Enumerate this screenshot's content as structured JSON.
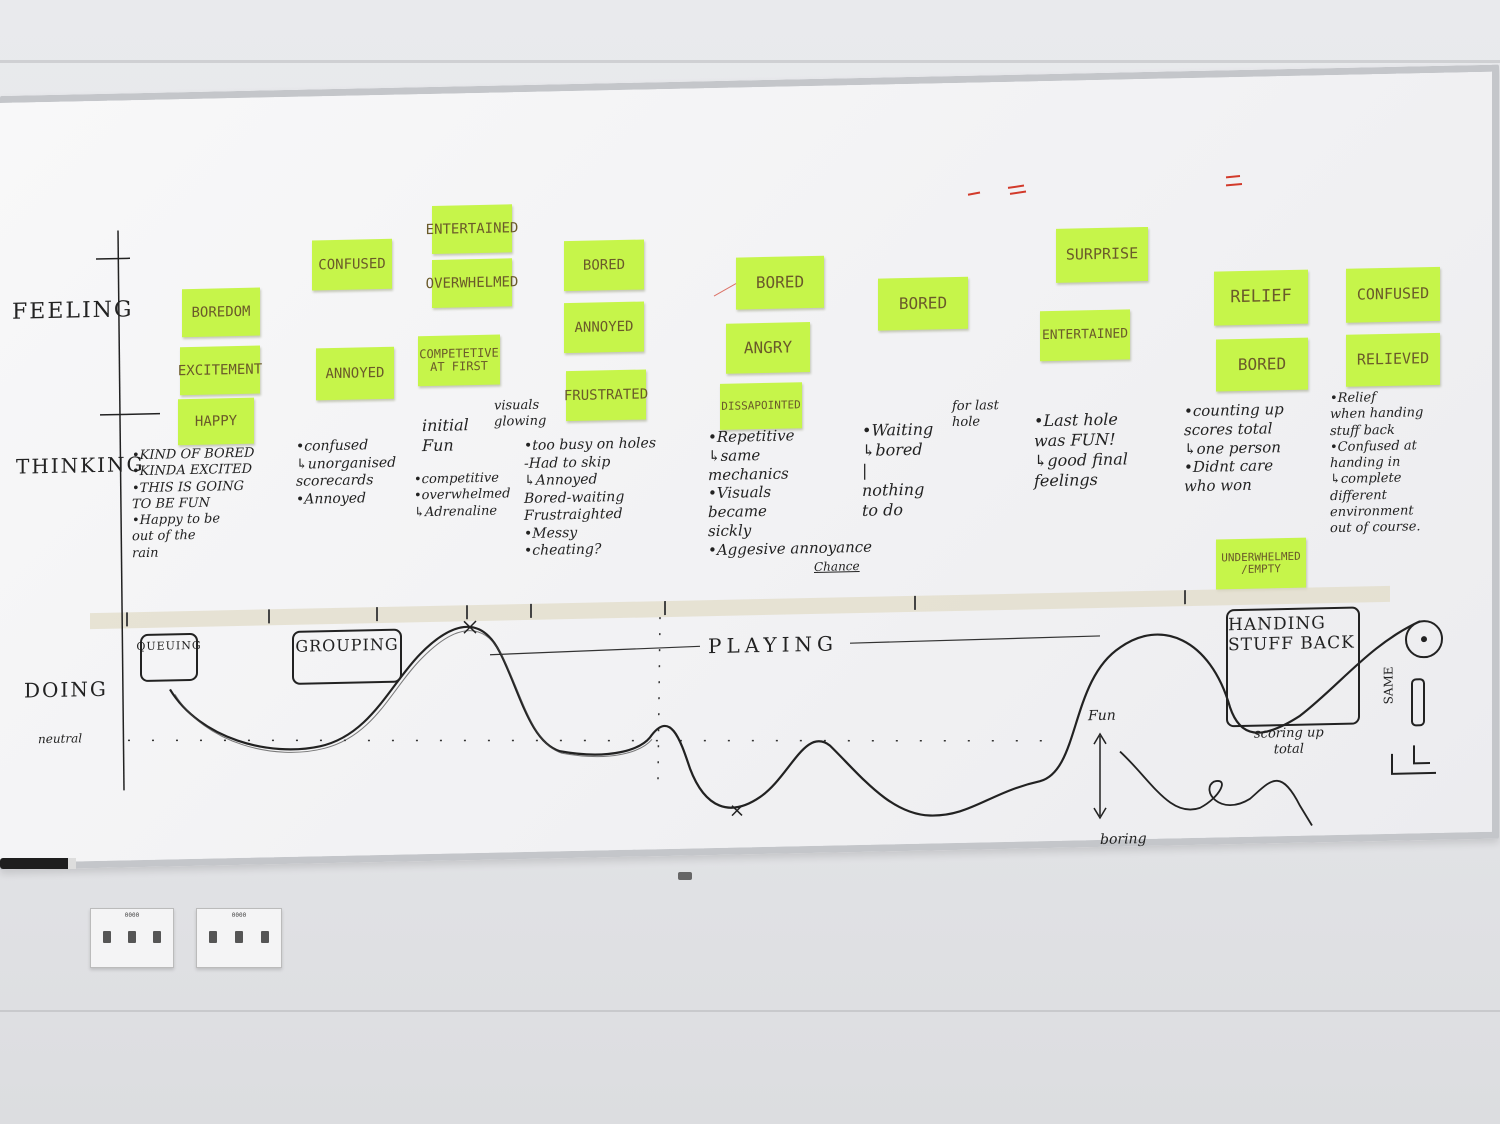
{
  "rows": {
    "feeling": "FEELING",
    "thinking": "THINKING",
    "doing": "DOING",
    "neutral": "neutral"
  },
  "stages": {
    "queuing": "QUEUING",
    "grouping": "GROUPING",
    "playing": "PLAYING",
    "handing": "HANDING STUFF BACK"
  },
  "notes": {
    "c1": [
      "BOREDOM",
      "EXCITEMENT",
      "HAPPY"
    ],
    "c2": [
      "CONFUSED",
      "ANNOYED"
    ],
    "c3": [
      "ENTERTAINED",
      "OVERWHELMED",
      "COMPETETIVE AT FIRST"
    ],
    "c4": [
      "BORED",
      "ANNOYED",
      "FRUSTRATED"
    ],
    "c5": [
      "BORED",
      "ANGRY",
      "DISSAPOINTED"
    ],
    "c6": [
      "BORED"
    ],
    "c7": [
      "SURPRISE",
      "ENTERTAINED"
    ],
    "c8": [
      "RELIEF",
      "BORED",
      "UNDERWHELMED /EMPTY"
    ],
    "c9": [
      "CONFUSED",
      "RELIEVED"
    ]
  },
  "thinking": {
    "c1": "•KIND OF BORED\n•KINDA EXCITED\n•THIS IS GOING\nTO BE FUN\n•Happy to be\nout of the\nrain",
    "c2": "•confused\n↳unorganised\nscorecards\n•Annoyed",
    "c3a": "initial\nFun",
    "c3b": "visuals\nglowing",
    "c3c": "•competitive\n•overwhelmed\n↳Adrenaline",
    "c4": "•too busy on holes\n-Had to skip\n↳Annoyed\nBored-waiting\nFrustraighted\n•Messy\n•cheating?",
    "c5": "•Repetitive\n↳same\nmechanics\n•Visuals\nbecame\nsickly\n•Aggesive annoyance",
    "c5b": "Chance",
    "c6": "•Waiting\n↳bored\n|\nnothing\nto do",
    "c6b": "for last\nhole",
    "c7": "•Last hole\nwas FUN!\n↳good final\nfeelings",
    "c8": "•counting up\nscores total\n↳one person\n•Didnt care\nwho won",
    "c9": "•Relief\nwhen handing\nstuff back\n•Confused at\nhanding in\n↳complete\ndifferent\nenvironment\nout of course."
  },
  "legend": {
    "fun": "Fun",
    "boring": "boring",
    "scoring": "scoring up\ntotal",
    "same": "SAME"
  },
  "colors": {
    "note": "#c6f54a",
    "ink": "#222222",
    "note_ink": "#6a5a2a",
    "accent": "#d23a2a"
  }
}
